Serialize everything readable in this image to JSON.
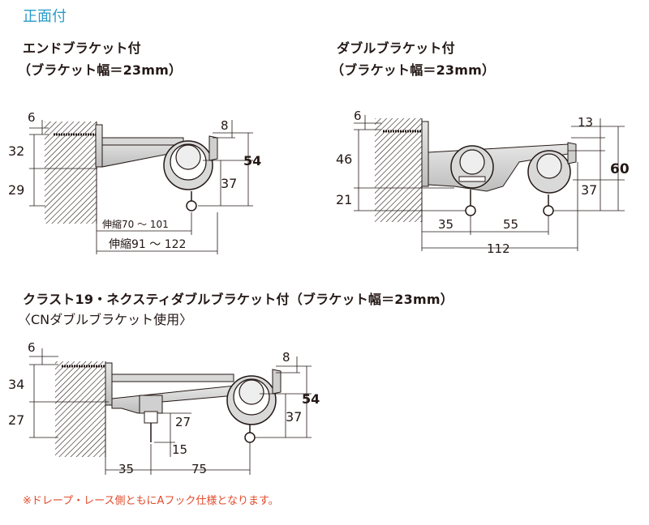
{
  "section_title": "正面付",
  "end_bracket": {
    "title": "エンドブラケット付",
    "subtitle": "（ブラケット幅＝23mm）",
    "dims": {
      "top_offset": "6",
      "upper_height": "32",
      "lower_height": "29",
      "right_top": "8",
      "total_height": "54",
      "right_lower": "37",
      "extension_short": "伸縮70 ～ 101",
      "extension_long": "伸縮91 ～ 122"
    }
  },
  "double_bracket": {
    "title": "ダブルブラケット付",
    "subtitle": "（ブラケット幅＝23mm）",
    "dims": {
      "top_offset": "6",
      "upper_height": "46",
      "lower_height": "21",
      "right_top": "13",
      "total_height": "60",
      "right_lower": "37",
      "inner_left": "35",
      "inner_right": "55",
      "overall_width": "112"
    }
  },
  "crust_bracket": {
    "title": "クラスト19・ネクスティダブルブラケット付（ブラケット幅＝23mm）",
    "subtitle": "〈CNダブルブラケット使用〉",
    "dims": {
      "top_offset": "6",
      "upper_height": "34",
      "lower_height": "27",
      "right_top": "8",
      "total_height": "54",
      "right_lower": "37",
      "inner_drop": "27",
      "inner_bottom": "15",
      "inner_left": "35",
      "inner_right": "75"
    }
  },
  "footnote": "※ドレープ・レース側ともにAフック仕様となります。",
  "colors": {
    "accent": "#2a9bc9",
    "note": "#e24a2a",
    "line": "#231815"
  }
}
